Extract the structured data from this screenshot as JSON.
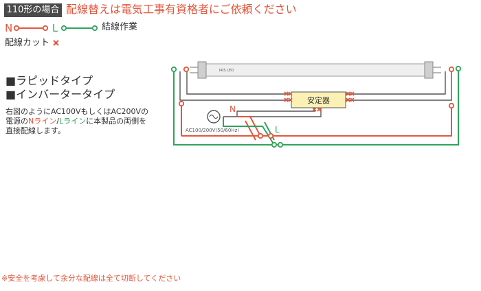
{
  "header": {
    "size_badge": "110形の場合",
    "notice": "配線替えは電気工事有資格者にご依頼ください"
  },
  "legend": {
    "n_letter": "N",
    "l_letter": "L",
    "wire_label": "結線作業",
    "cut_label": "配線カット"
  },
  "types": {
    "rapid": "■ラピッドタイプ",
    "inverter": "■インバータータイプ"
  },
  "description": {
    "line1": "右図のようにAC100VもしくはAC200Vの",
    "line2_prefix": "電源の",
    "line2_n": "Nライン",
    "line2_slash": "/",
    "line2_l": "Lライン",
    "line2_suffix": "に本製品の両側を",
    "line3": "直接配線します。"
  },
  "diagram": {
    "tube_brand": "IRIS LED",
    "ballast_label": "安定器",
    "n_label": "N",
    "l_label": "L",
    "power_label": "AC100/200V(50/60Hz)",
    "colors": {
      "n_wire": "#e4563b",
      "l_wire": "#2fa35a",
      "neutral_wire": "#555555",
      "cut_mark": "#e4563b"
    }
  },
  "footer": {
    "note": "※安全を考慮して余分な配線は全て切断してください"
  }
}
